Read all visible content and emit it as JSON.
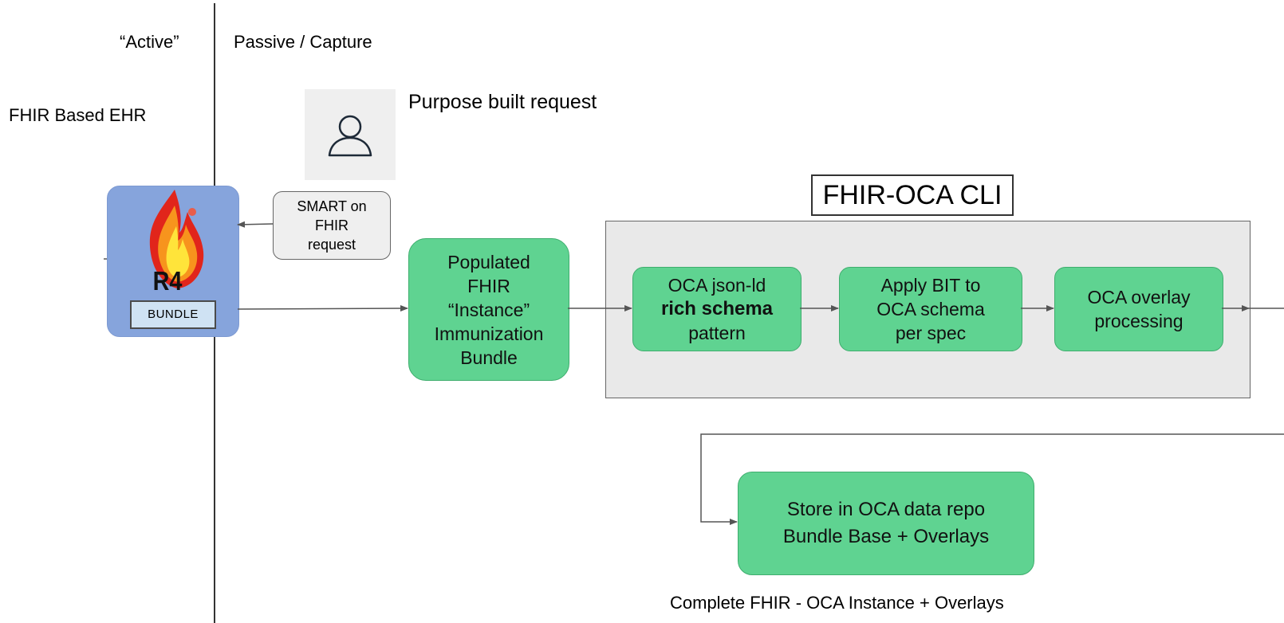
{
  "labels": {
    "active": "“Active”",
    "passive": "Passive / Capture",
    "ehr": "FHIR Based EHR",
    "purpose": "Purpose built request",
    "complete": "Complete FHIR - OCA Instance + Overlays"
  },
  "fhir_logo": {
    "logo_text": "R4",
    "bundle": "BUNDLE",
    "icon": "fhir-flame-logo"
  },
  "user": {
    "icon": "user-icon"
  },
  "smart_request": {
    "line1": "SMART on",
    "line2": "FHIR",
    "line3": "request"
  },
  "populated": {
    "line1": "Populated",
    "line2": "FHIR",
    "line3": "“Instance”",
    "line4": "Immunization",
    "line5": "Bundle"
  },
  "cli": {
    "title": "FHIR-OCA CLI",
    "json_ld": {
      "line1": "OCA json-ld",
      "line2": "rich schema",
      "line3": "pattern"
    },
    "apply_bit": {
      "line1": "Apply BIT to",
      "line2": "OCA schema",
      "line3": "per spec"
    },
    "overlay": {
      "line1": "OCA overlay",
      "line2": "processing"
    }
  },
  "store": {
    "line1": "Store in OCA data repo",
    "line2": "Bundle Base + Overlays"
  },
  "colors": {
    "green": "#5fd391",
    "green_border": "#3fae6e",
    "panel_gray": "#e9e9e9",
    "logo_blue": "#86a4dc",
    "bundle_blue": "#cfe2f3"
  }
}
